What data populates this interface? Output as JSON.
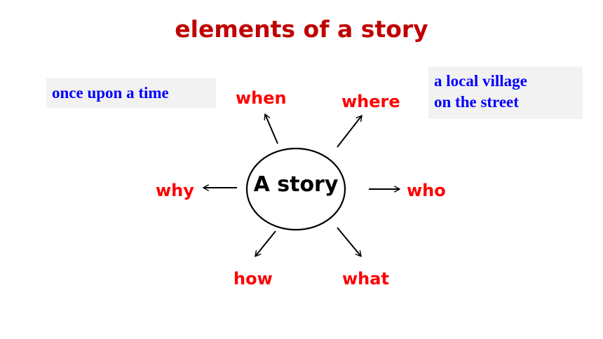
{
  "title": "elements of a story",
  "center": "A story",
  "notes": {
    "time": "once upon a time",
    "place": [
      "a local village",
      "on the street"
    ]
  },
  "elements": {
    "when": "when",
    "where": "where",
    "who": "who",
    "what": "what",
    "how": "how",
    "why": "why"
  },
  "colors": {
    "title": "#c00000",
    "element": "#ff0000",
    "note_text": "#0000ff",
    "note_background": "#f2f2f2"
  }
}
